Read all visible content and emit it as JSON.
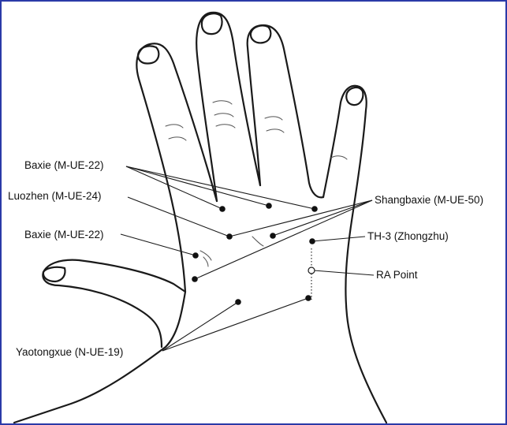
{
  "labels": {
    "baxie_top": "Baxie (M-UE-22)",
    "luozhen": "Luozhen (M-UE-24)",
    "baxie_bottom": "Baxie (M-UE-22)",
    "shangbaxie": "Shangbaxie (M-UE-50)",
    "th3": "TH-3 (Zhongzhu)",
    "ra_point": "RA Point",
    "yaotongxue": "Yaotongxue (N-UE-19)"
  },
  "colors": {
    "frame": "#2a3aa8",
    "ink": "#1a1a1a"
  }
}
